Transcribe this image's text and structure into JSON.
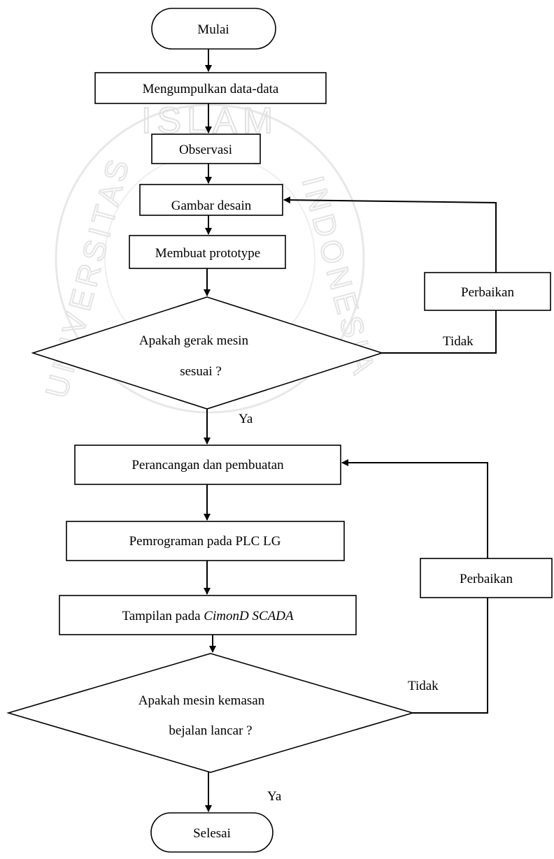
{
  "colors": {
    "stroke": "#000000",
    "fill": "#ffffff",
    "watermark": "#c9c9c9"
  },
  "flow": {
    "start": "Mulai",
    "collect": "Mengumpulkan data-data",
    "observe": "Observasi",
    "design": "Gambar desain",
    "prototype": "Membuat prototype",
    "decision1": {
      "line1": "Apakah gerak mesin",
      "line2": "sesuai ?"
    },
    "yes1": "Ya",
    "no1": "Tidak",
    "fix1": "Perbaikan",
    "build": "Perancangan dan pembuatan",
    "programming": "Pemrograman pada PLC LG",
    "display": {
      "prefix": "Tampilan pada ",
      "emph": "CimonD SCADA"
    },
    "decision2": {
      "line1": "Apakah  mesin kemasan",
      "line2": "bejalan lancar ?"
    },
    "yes2": "Ya",
    "no2": "Tidak",
    "fix2": "Perbaikan",
    "end": "Selesai"
  },
  "watermark": {
    "top": "ISLAM",
    "left": "UNIVERSITAS",
    "right": "INDONESIA"
  }
}
